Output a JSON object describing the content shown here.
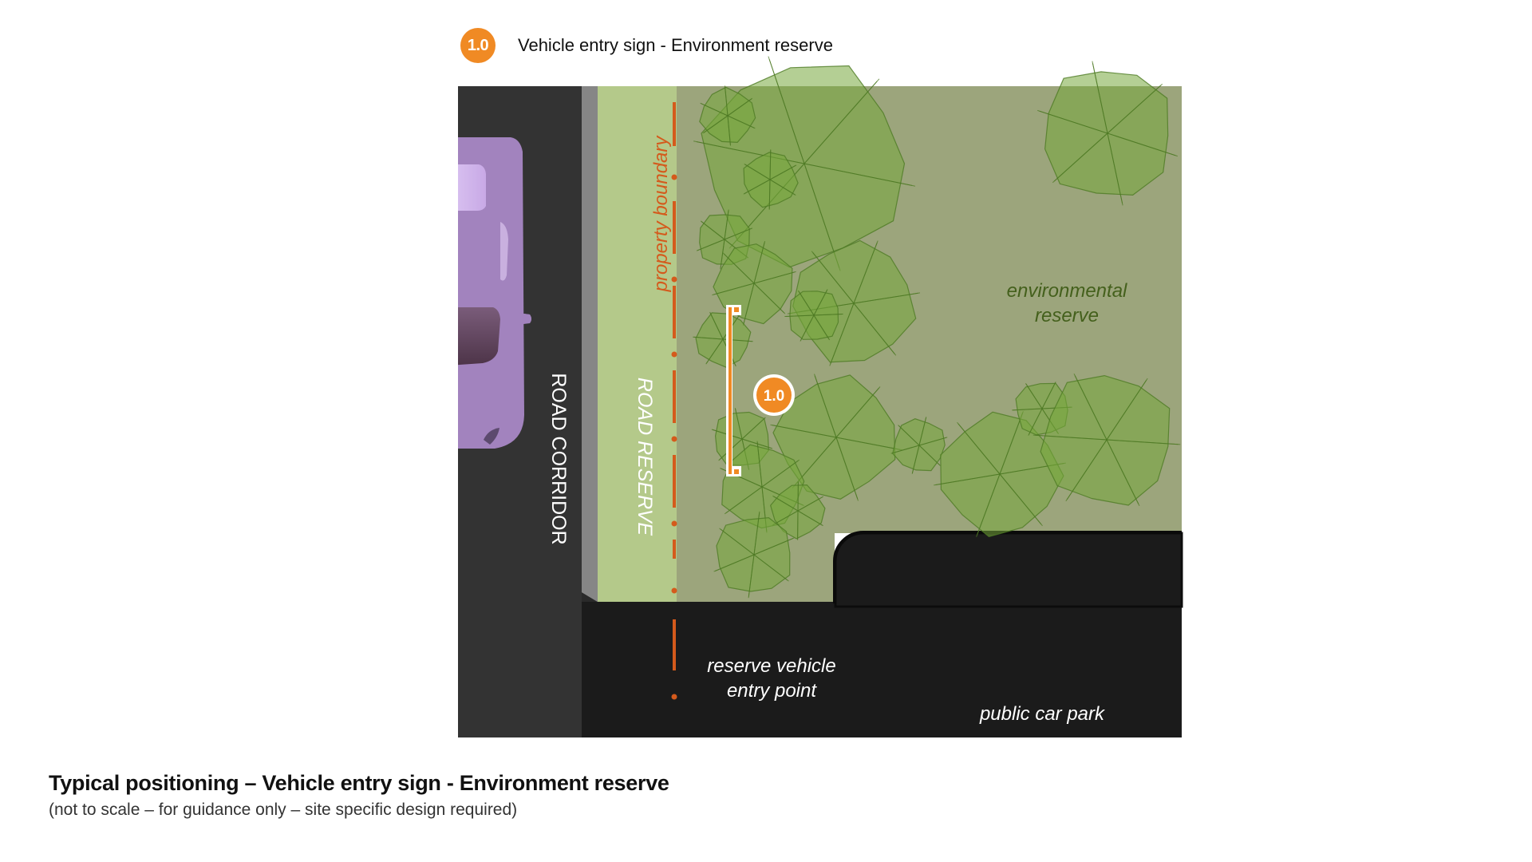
{
  "legend": {
    "badge": "1.0",
    "label": "Vehicle entry sign - Environment reserve",
    "badge_color": "#f08a24"
  },
  "diagram": {
    "labels": {
      "road_corridor": "ROAD CORRIDOR",
      "road_reserve": "ROAD RESERVE",
      "property_boundary": "property boundary",
      "environmental_reserve_line1": "environmental",
      "environmental_reserve_line2": "reserve",
      "entry_point_line1": "reserve vehicle",
      "entry_point_line2": "entry point",
      "public_car_park": "public car park"
    },
    "sign_marker": {
      "badge": "1.0"
    },
    "colors": {
      "road": "#333333",
      "curb": "#868686",
      "road_reserve": "#b4c98a",
      "environmental_reserve": "#9ca57c",
      "car_park": "#1b1b1b",
      "boundary": "#d45a1c",
      "tree_fill": "#77a83c",
      "tree_stroke": "#4d7a24",
      "car": "#a283be",
      "sign": "#f08a24",
      "env_text": "#44601c"
    }
  },
  "caption": {
    "title": "Typical positioning – Vehicle entry sign - Environment reserve",
    "subtitle": "(not to scale – for guidance only – site specific design required)"
  }
}
